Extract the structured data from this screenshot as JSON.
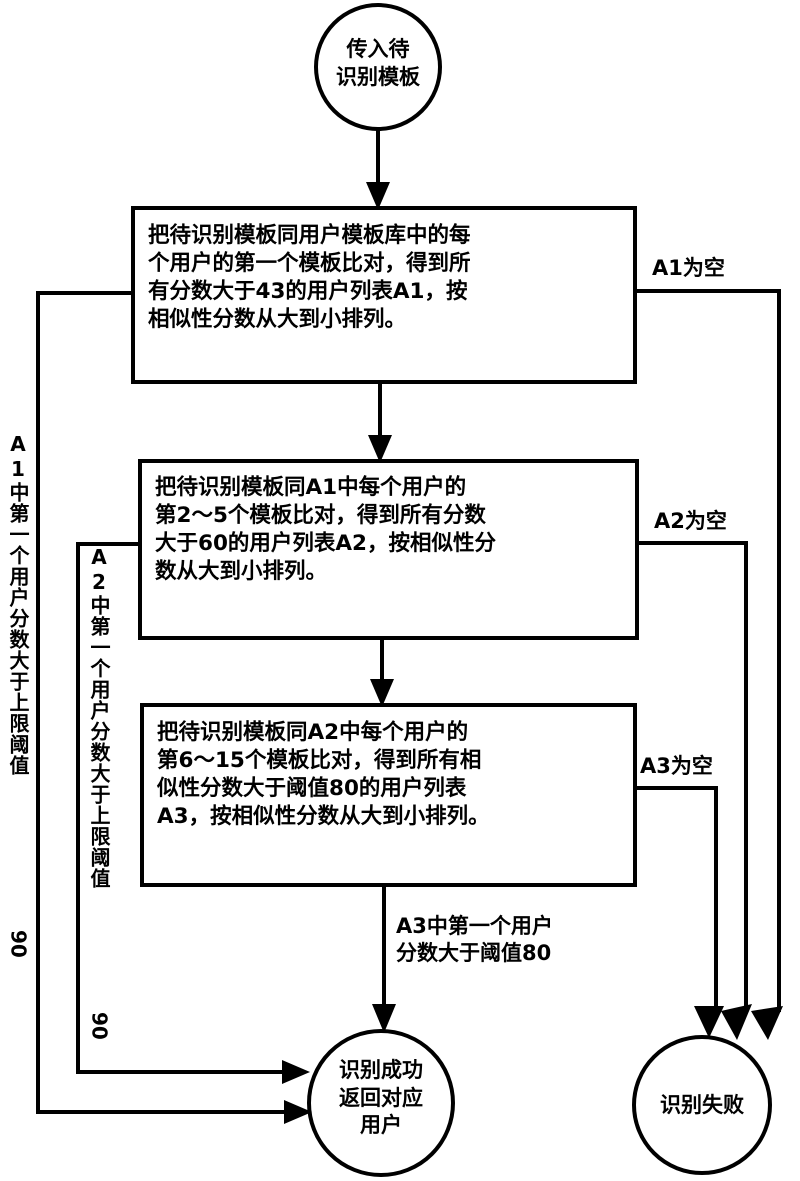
{
  "diagram": {
    "title": "识别流程图",
    "type": "flowchart",
    "orientation": "vertical",
    "background_color": "#ffffff",
    "line_color": "#000000"
  },
  "nodes": {
    "start": {
      "shape": "circle",
      "name": "start-node",
      "lines": [
        "传入待",
        "识别模板"
      ],
      "text": "传入待识别模板"
    },
    "step1": {
      "shape": "rect",
      "name": "process-step-1",
      "lines": [
        "把待识别模板同用户模板库中的每",
        "个用户的第一个模板比对，得到所",
        "有分数大于43的用户列表A1，按",
        "相似性分数从大到小排列。"
      ],
      "threshold": 43,
      "output_list": "A1"
    },
    "step2": {
      "shape": "rect",
      "name": "process-step-2",
      "lines": [
        "把待识别模板同A1中每个用户的",
        "第2～5个模板比对，得到所有分数",
        "大于60的用户列表A2，按相似性分",
        "数从大到小排列。"
      ],
      "threshold": 60,
      "template_range": "2～5",
      "output_list": "A2"
    },
    "step3": {
      "shape": "rect",
      "name": "process-step-3",
      "lines": [
        "把待识别模板同A2中每个用户的",
        "第6～15个模板比对，得到所有相",
        "似性分数大于阈值80的用户列表",
        "A3，按相似性分数从大到小排列。"
      ],
      "threshold": 80,
      "template_range": "6～15",
      "output_list": "A3"
    },
    "success": {
      "shape": "circle",
      "name": "success-node",
      "lines": [
        "识别成功",
        "返回对应",
        "用户"
      ],
      "text": "识别成功返回对应用户"
    },
    "failure": {
      "shape": "circle",
      "name": "failure-node",
      "lines": [
        "识别失败"
      ],
      "text": "识别失败"
    }
  },
  "edges": {
    "a1_empty": {
      "name": "edge-label-a1-empty",
      "label": "A1为空",
      "from": "step1",
      "to": "failure"
    },
    "a2_empty": {
      "name": "edge-label-a2-empty",
      "label": "A2为空",
      "from": "step2",
      "to": "failure"
    },
    "a3_empty": {
      "name": "edge-label-a3-empty",
      "label": "A3为空",
      "from": "step3",
      "to": "failure"
    },
    "a3_first_over_80": {
      "name": "edge-label-a3-first-over-threshold",
      "line1": "A3中第一个用户",
      "line2": "分数大于阈值80",
      "label": "A3中第一个用户分数大于阈值80",
      "from": "step3",
      "to": "success"
    },
    "a1_first_over_90": {
      "name": "edge-label-a1-first-over-upper-threshold",
      "label": "A1中第一个用户分数大于上限阈值",
      "value": "90",
      "from": "step1",
      "to": "success"
    },
    "a2_first_over_90": {
      "name": "edge-label-a2-first-over-upper-threshold",
      "label": "A2中第一个用户分数大于上限阈值",
      "value": "90",
      "from": "step2",
      "to": "success"
    }
  }
}
